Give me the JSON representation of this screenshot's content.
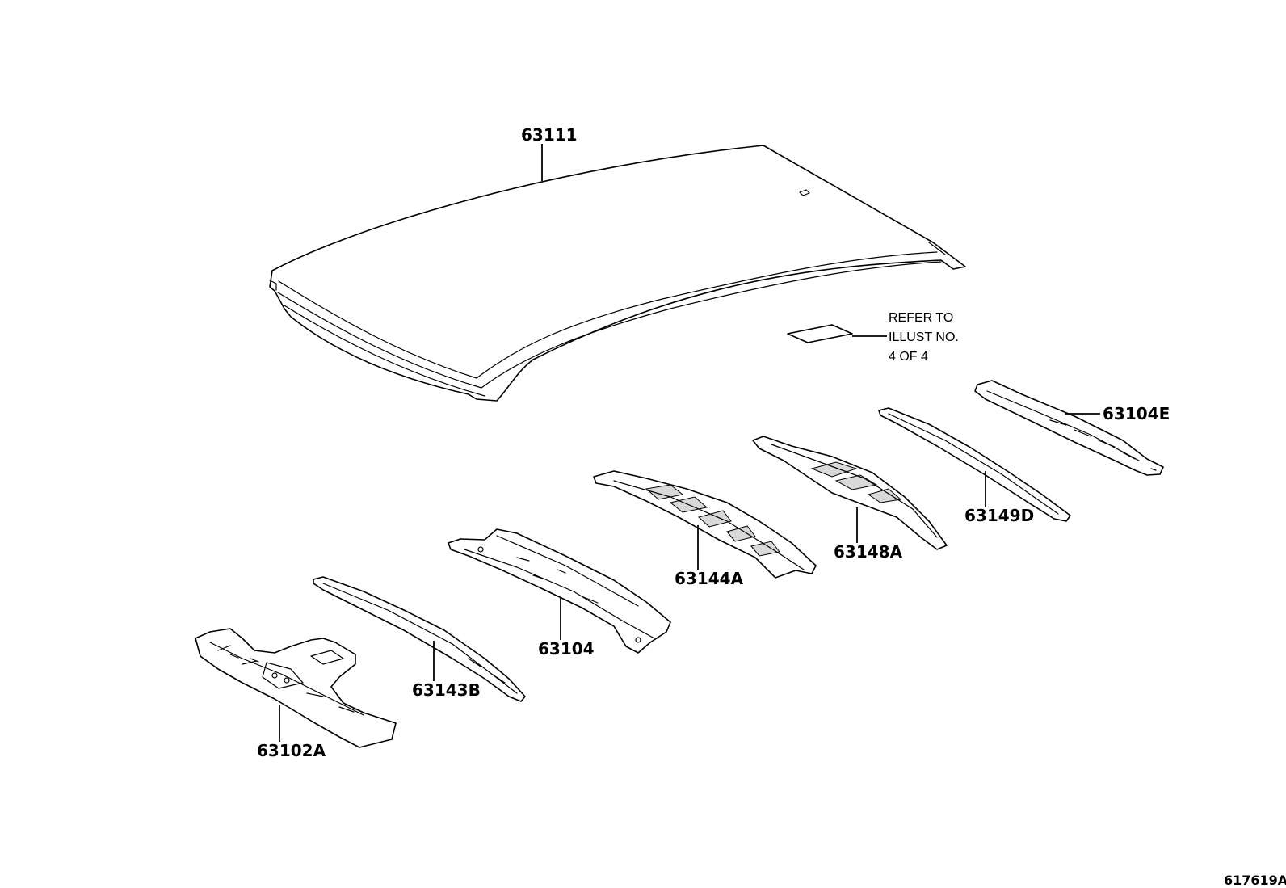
{
  "parts": {
    "roof_panel": "63111",
    "header_front": "63102A",
    "bow_front": "63143B",
    "bow_center": "63104",
    "bow_mid": "63144A",
    "bow_rear_center": "63148A",
    "bow_rear": "63149D",
    "header_rear": "63104E"
  },
  "note": {
    "line1": "REFER TO",
    "line2": "ILLUST NO.",
    "line3": "4 OF 4"
  },
  "illustration_code": "617619A"
}
